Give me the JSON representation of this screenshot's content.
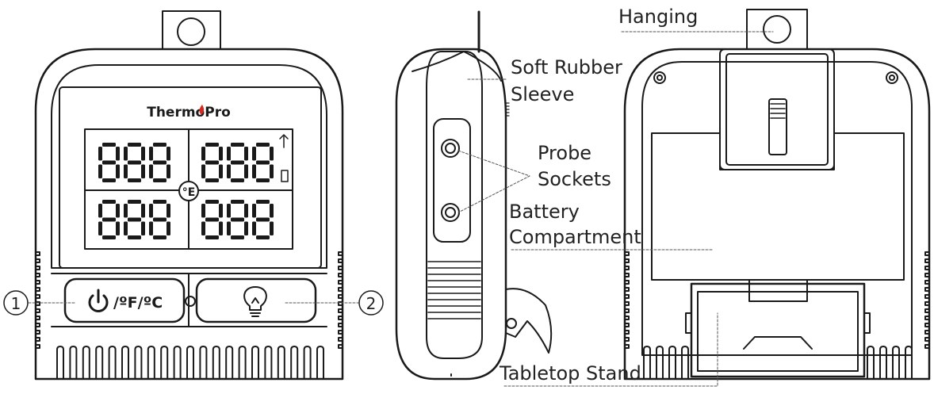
{
  "brand": {
    "logo_text": "ThermoPro"
  },
  "display": {
    "digits": "888",
    "unit_badge": "°E"
  },
  "buttons": {
    "power_unit_label": "/ºF/ºC"
  },
  "callouts": {
    "one": "1",
    "two": "2"
  },
  "labels": {
    "hanging": "Hanging",
    "soft_rubber_line1": "Soft Rubber",
    "soft_rubber_line2": "Sleeve",
    "probe_line1": "Probe",
    "probe_line2": "Sockets",
    "battery_line1": "Battery",
    "battery_line2": "Compartment",
    "tabletop_stand": "Tabletop Stand"
  },
  "colors": {
    "line": "#1a1a1a",
    "logo_red": "#d42a1f",
    "label_text": "#222222"
  }
}
